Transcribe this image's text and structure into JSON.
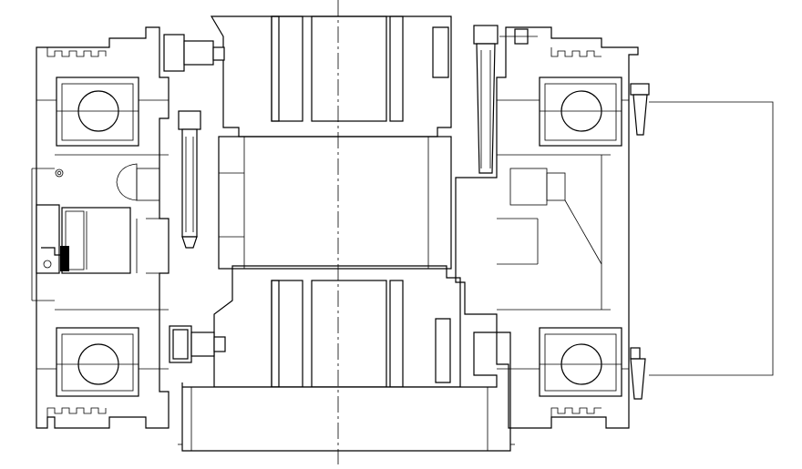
{
  "drawing": {
    "kind": "mechanical cross-section",
    "line_color": "#000000",
    "background": "#ffffff",
    "parts": [
      "left-housing",
      "right-housing",
      "rotor-upper",
      "rotor-lower",
      "coil-upper",
      "coil-lower",
      "bearing-top-left",
      "bearing-bottom-left",
      "bearing-top-right",
      "bearing-bottom-right",
      "bolt-upper-left",
      "bolt-upper-right",
      "bolt-lower-left",
      "seal-left",
      "base-ring",
      "lead-wire-right"
    ]
  }
}
